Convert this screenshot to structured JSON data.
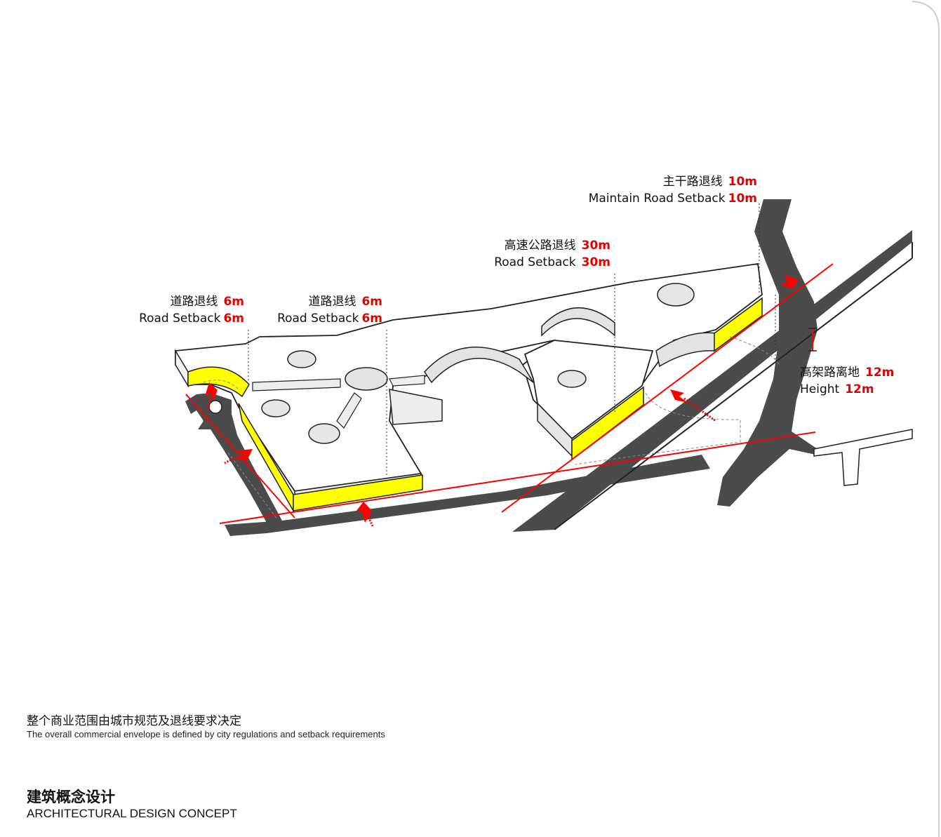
{
  "labels": {
    "road_left": {
      "cn": "道路退线",
      "en": "Road Setback",
      "value": "6m"
    },
    "road_mid": {
      "cn": "道路退线",
      "en": "Road Setback",
      "value": "6m"
    },
    "highway": {
      "cn": "高速公路退线",
      "en": "Road Setback",
      "value": "30m"
    },
    "main_road": {
      "cn": "主干路退线",
      "en": "Maintain Road Setback",
      "value": "10m"
    },
    "elevated": {
      "cn": "高架路离地",
      "en": "Height",
      "value": "12m"
    }
  },
  "caption": {
    "cn": "整个商业范围由城市规范及退线要求决定",
    "en": "The overall commercial envelope is defined by city regulations and setback requirements"
  },
  "title": {
    "cn": "建筑概念设计",
    "en": "ARCHITECTURAL DESIGN CONCEPT"
  },
  "colors": {
    "setback": "#ff0000",
    "highlight": "#ffff00",
    "road": "#4a4a4a"
  }
}
